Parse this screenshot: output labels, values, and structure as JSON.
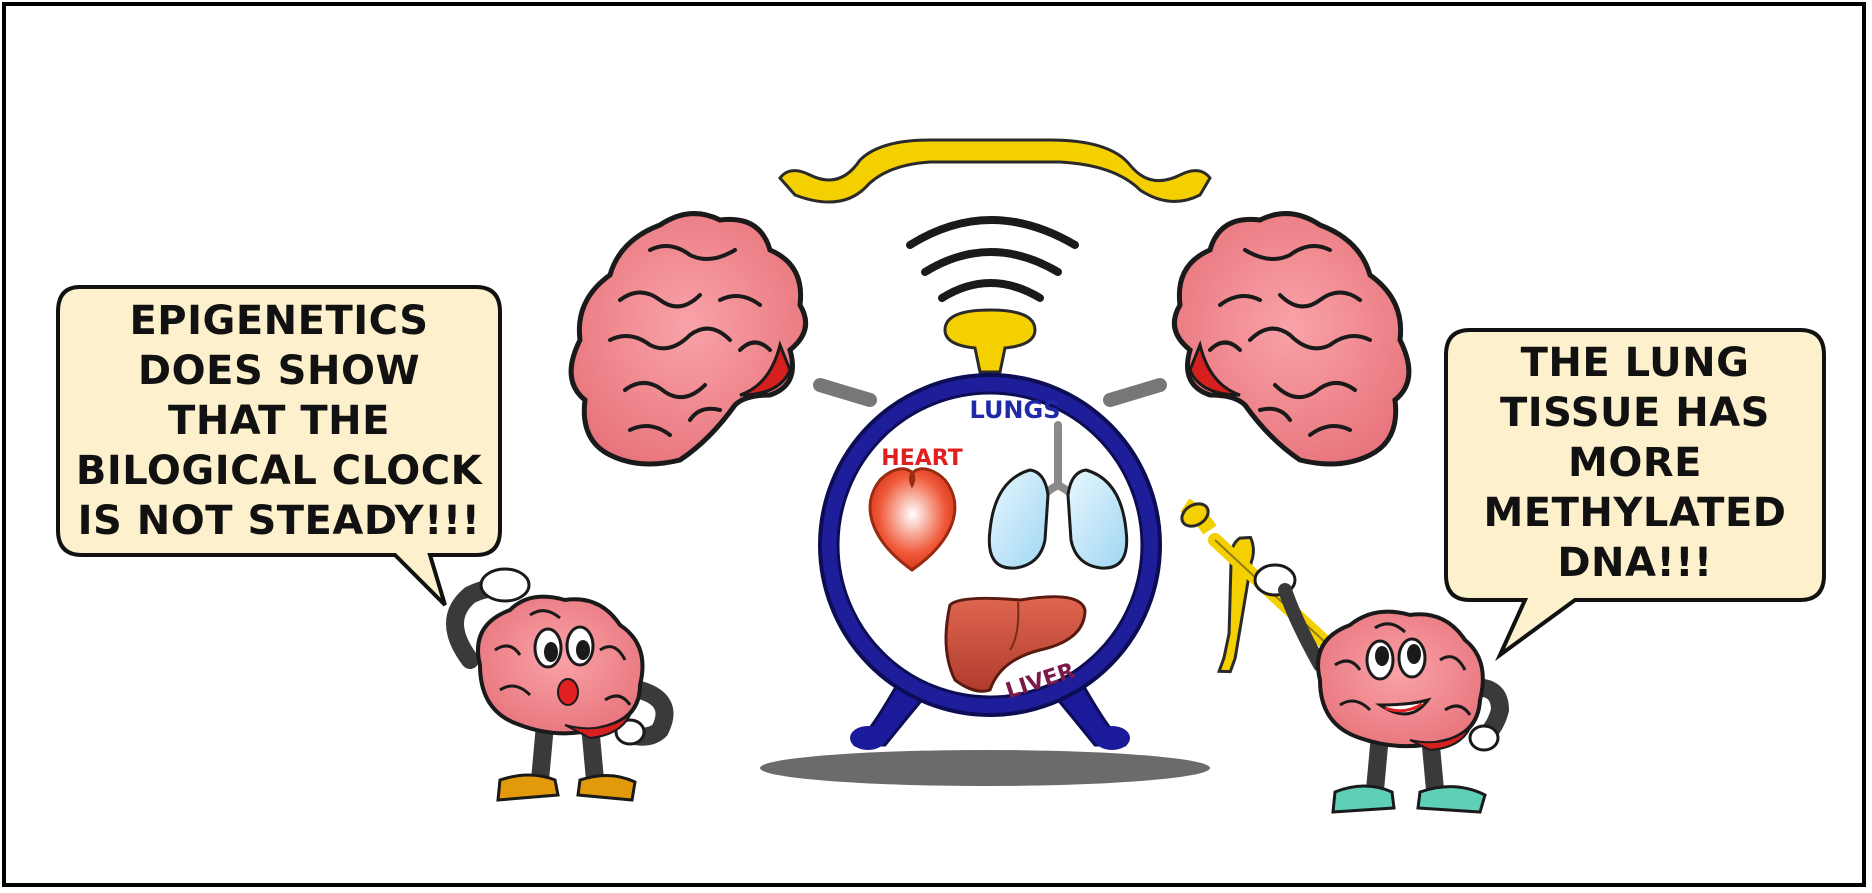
{
  "left_bubble": {
    "lines": [
      "EPIGENETICS",
      "DOES SHOW",
      "THAT THE",
      "BILOGICAL CLOCK",
      "IS NOT STEADY!!!"
    ]
  },
  "right_bubble": {
    "lines": [
      "THE LUNG",
      "TISSUE HAS",
      "MORE",
      "METHYLATED",
      "DNA!!!"
    ]
  },
  "clock": {
    "labels": {
      "lungs": "LUNGS",
      "heart": "HEART",
      "liver": "LIVER"
    }
  },
  "colors": {
    "brain": "#f0868e",
    "brain_outline": "#1a1a1a",
    "clock_rim": "#1e1e9a",
    "bell": "#f5d000",
    "bubble_fill": "#fdf0cc",
    "lungs_label": "#1e2aa8",
    "heart_label": "#e02020",
    "liver_label": "#7a1a4a"
  }
}
